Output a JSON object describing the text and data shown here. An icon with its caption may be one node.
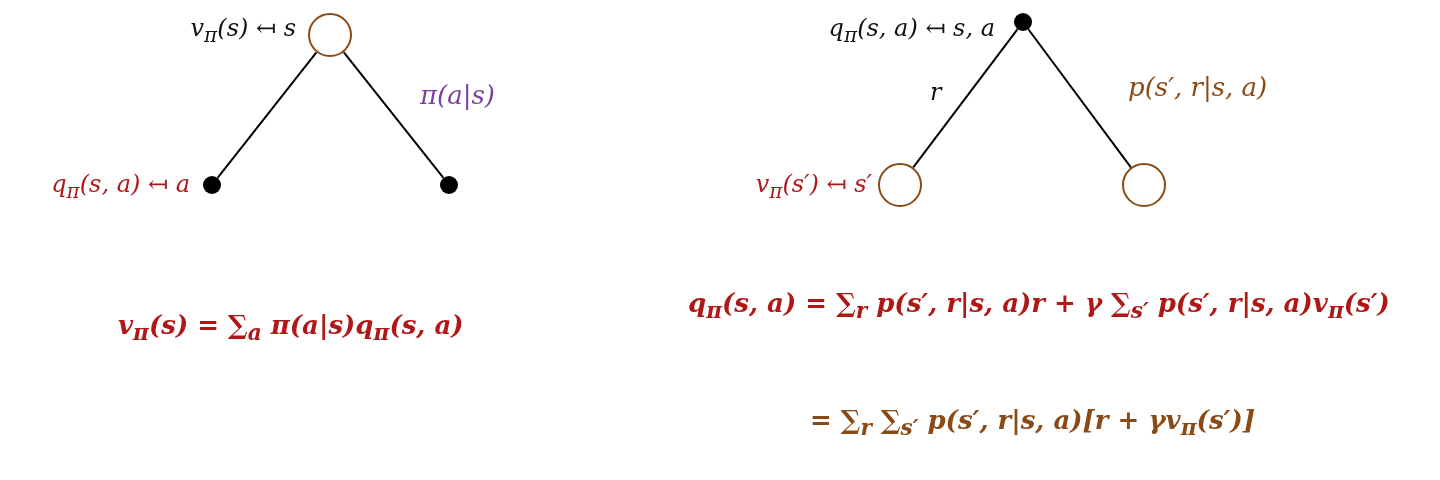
{
  "diagram": {
    "nodes": [
      {
        "text": [],
        "shape": "circle",
        "beside": [
          "v$_{π}$(s) ↤ s"
        ]
      },
      {
        "text": [],
        "shape": "dot",
        "beside": [
          "q$_{π}$(s, a) ↤ a"
        ]
      },
      {
        "text": [],
        "shape": "dot"
      },
      {
        "text": [],
        "shape": "dot",
        "beside": [
          "q$_{π}$(s, a) ↤ s, a"
        ]
      },
      {
        "text": [],
        "shape": "circle",
        "beside": [
          "v$_{π}$(s′) ↤ s′"
        ]
      },
      {
        "text": [],
        "shape": "circle"
      }
    ],
    "edges": [
      {
        "from": 0,
        "to": 1,
        "arrow": "none"
      },
      {
        "from": 0,
        "to": 2,
        "arrow": "none",
        "label": "π(a|s)"
      },
      {
        "from": 3,
        "to": 4,
        "arrow": "none",
        "label": "r"
      },
      {
        "from": 3,
        "to": 5,
        "arrow": "none",
        "label": "p(s′, r|s, a)"
      }
    ],
    "labels": [
      "v$_{π}$(s) = ∑$_{a}$ π(a|s)q$_{π}$(s, a)",
      "q$_{π}$(s, a) = ∑$_{r}$ p(s′, r|s, a)r + γ ∑$_{s′}$ p(s′, r|s, a)v$_{π}$(s′)",
      "= ∑$_{r}$ ∑$_{s′}$ p(s′, r|s, a)[r + γv$_{π}$(s′)]"
    ]
  }
}
